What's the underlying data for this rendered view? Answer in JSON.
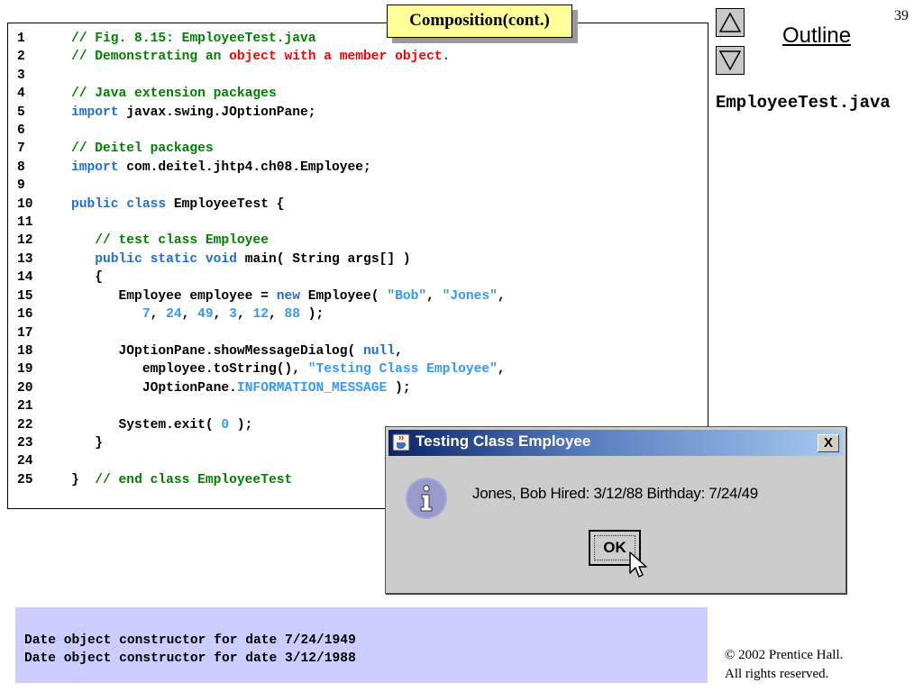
{
  "slide": {
    "title": "Composition(cont.)",
    "page_number": "39",
    "outline_label": "Outline",
    "file_name": "EmployeeTest.java",
    "copyright_line1": "© 2002 Prentice Hall.",
    "copyright_line2": "All rights reserved."
  },
  "nav": {
    "up_icon": "triangle-up-icon",
    "down_icon": "triangle-down-icon"
  },
  "colors": {
    "title_box": "#ffff99",
    "output_panel": "#ccccff",
    "comment": "#008000",
    "keyword": "#1f6fd6",
    "literal": "#3399ff",
    "highlight": "#ff0000"
  },
  "code_lines": [
    {
      "num": "1",
      "segments": [
        {
          "text": "// Fig. 8.15: EmployeeTest.java",
          "style": "cm"
        }
      ]
    },
    {
      "num": "2",
      "segments": [
        {
          "text": "// Demonstrating an ",
          "style": "cm"
        },
        {
          "text": "object with a member object",
          "style": "red"
        },
        {
          "text": ".",
          "style": "cm"
        }
      ]
    },
    {
      "num": "3",
      "segments": []
    },
    {
      "num": "4",
      "segments": [
        {
          "text": "// Java extension packages",
          "style": "cm"
        }
      ]
    },
    {
      "num": "5",
      "segments": [
        {
          "text": "import",
          "style": "kw"
        },
        {
          "text": " javax.swing.JOptionPane;",
          "style": ""
        }
      ]
    },
    {
      "num": "6",
      "segments": []
    },
    {
      "num": "7",
      "segments": [
        {
          "text": "// Deitel packages",
          "style": "cm"
        }
      ]
    },
    {
      "num": "8",
      "segments": [
        {
          "text": "import",
          "style": "kw"
        },
        {
          "text": " com.deitel.jhtp4.ch08.Employee;",
          "style": ""
        }
      ]
    },
    {
      "num": "9",
      "segments": []
    },
    {
      "num": "10",
      "segments": [
        {
          "text": "public",
          "style": "kw"
        },
        {
          "text": " ",
          "style": ""
        },
        {
          "text": "class",
          "style": "kw"
        },
        {
          "text": " EmployeeTest {",
          "style": ""
        }
      ]
    },
    {
      "num": "11",
      "segments": []
    },
    {
      "num": "12",
      "segments": [
        {
          "text": "   ",
          "style": ""
        },
        {
          "text": "// test class Employee",
          "style": "cm"
        }
      ]
    },
    {
      "num": "13",
      "segments": [
        {
          "text": "   ",
          "style": ""
        },
        {
          "text": "public",
          "style": "kw"
        },
        {
          "text": " ",
          "style": ""
        },
        {
          "text": "static",
          "style": "kw"
        },
        {
          "text": " ",
          "style": ""
        },
        {
          "text": "void",
          "style": "kw"
        },
        {
          "text": " main( String args[] )",
          "style": ""
        }
      ]
    },
    {
      "num": "14",
      "segments": [
        {
          "text": "   {",
          "style": ""
        }
      ]
    },
    {
      "num": "15",
      "segments": [
        {
          "text": "      Employee employee = ",
          "style": ""
        },
        {
          "text": "new",
          "style": "kw"
        },
        {
          "text": " Employee( ",
          "style": ""
        },
        {
          "text": "\"Bob\"",
          "style": "lit"
        },
        {
          "text": ", ",
          "style": ""
        },
        {
          "text": "\"Jones\"",
          "style": "lit"
        },
        {
          "text": ",",
          "style": ""
        }
      ]
    },
    {
      "num": "16",
      "segments": [
        {
          "text": "         ",
          "style": ""
        },
        {
          "text": "7",
          "style": "lit"
        },
        {
          "text": ", ",
          "style": ""
        },
        {
          "text": "24",
          "style": "lit"
        },
        {
          "text": ", ",
          "style": ""
        },
        {
          "text": "49",
          "style": "lit"
        },
        {
          "text": ", ",
          "style": ""
        },
        {
          "text": "3",
          "style": "lit"
        },
        {
          "text": ", ",
          "style": ""
        },
        {
          "text": "12",
          "style": "lit"
        },
        {
          "text": ", ",
          "style": ""
        },
        {
          "text": "88",
          "style": "lit"
        },
        {
          "text": " );",
          "style": ""
        }
      ]
    },
    {
      "num": "17",
      "segments": []
    },
    {
      "num": "18",
      "segments": [
        {
          "text": "      JOptionPane.showMessageDialog( ",
          "style": ""
        },
        {
          "text": "null",
          "style": "kw"
        },
        {
          "text": ",",
          "style": ""
        }
      ]
    },
    {
      "num": "19",
      "segments": [
        {
          "text": "         employee.toString(), ",
          "style": ""
        },
        {
          "text": "\"Testing Class Employee\"",
          "style": "lit"
        },
        {
          "text": ",",
          "style": ""
        }
      ]
    },
    {
      "num": "20",
      "segments": [
        {
          "text": "         JOptionPane.",
          "style": ""
        },
        {
          "text": "INFORMATION_MESSAGE",
          "style": "lit"
        },
        {
          "text": " );",
          "style": ""
        }
      ]
    },
    {
      "num": "21",
      "segments": []
    },
    {
      "num": "22",
      "segments": [
        {
          "text": "      System.exit( ",
          "style": ""
        },
        {
          "text": "0",
          "style": "lit"
        },
        {
          "text": " );",
          "style": ""
        }
      ]
    },
    {
      "num": "23",
      "segments": [
        {
          "text": "   }",
          "style": ""
        }
      ]
    },
    {
      "num": "24",
      "segments": []
    },
    {
      "num": "25",
      "segments": [
        {
          "text": "}  ",
          "style": ""
        },
        {
          "text": "// end class EmployeeTest",
          "style": "cm"
        }
      ]
    }
  ],
  "dialog": {
    "title": "Testing Class Employee",
    "close_label": "X",
    "app_icon": "java-cup-icon",
    "info_icon": "information-icon",
    "message": "Jones, Bob  Hired: 3/12/88  Birthday: 7/24/49",
    "ok_label": "OK"
  },
  "output_lines": [
    "Date object constructor for date 7/24/1949",
    "Date object constructor for date 3/12/1988"
  ]
}
